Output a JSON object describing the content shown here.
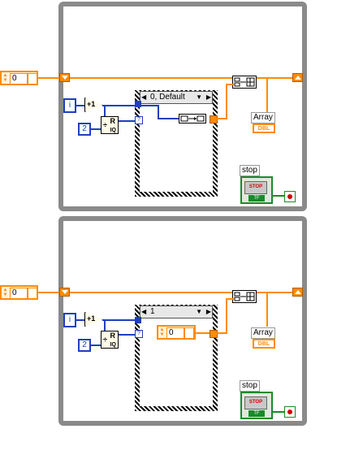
{
  "colors": {
    "wire_numeric": "#ff8c00",
    "wire_integer": "#1f3fbf",
    "frame": "#8a8a8a",
    "boolean": "#1a8a2a"
  },
  "diagram_top": {
    "shift_register_value": "0",
    "selector_label": "0, Default",
    "array_label": "Array",
    "array_type": "DBL",
    "iteration_label": "i",
    "increment_label": "+1",
    "quotient_label_r": "R",
    "quotient_label_iq": "IQ",
    "divisor_value": "2",
    "stop_label": "stop",
    "stop_button_text": "STOP",
    "stop_tf": "TF"
  },
  "diagram_bottom": {
    "shift_register_value": "0",
    "selector_label": "1",
    "case_constant_value": "0",
    "array_label": "Array",
    "array_type": "DBL",
    "iteration_label": "i",
    "increment_label": "+1",
    "quotient_label_r": "R",
    "quotient_label_iq": "IQ",
    "divisor_value": "2",
    "stop_label": "stop",
    "stop_button_text": "STOP",
    "stop_tf": "TF"
  }
}
